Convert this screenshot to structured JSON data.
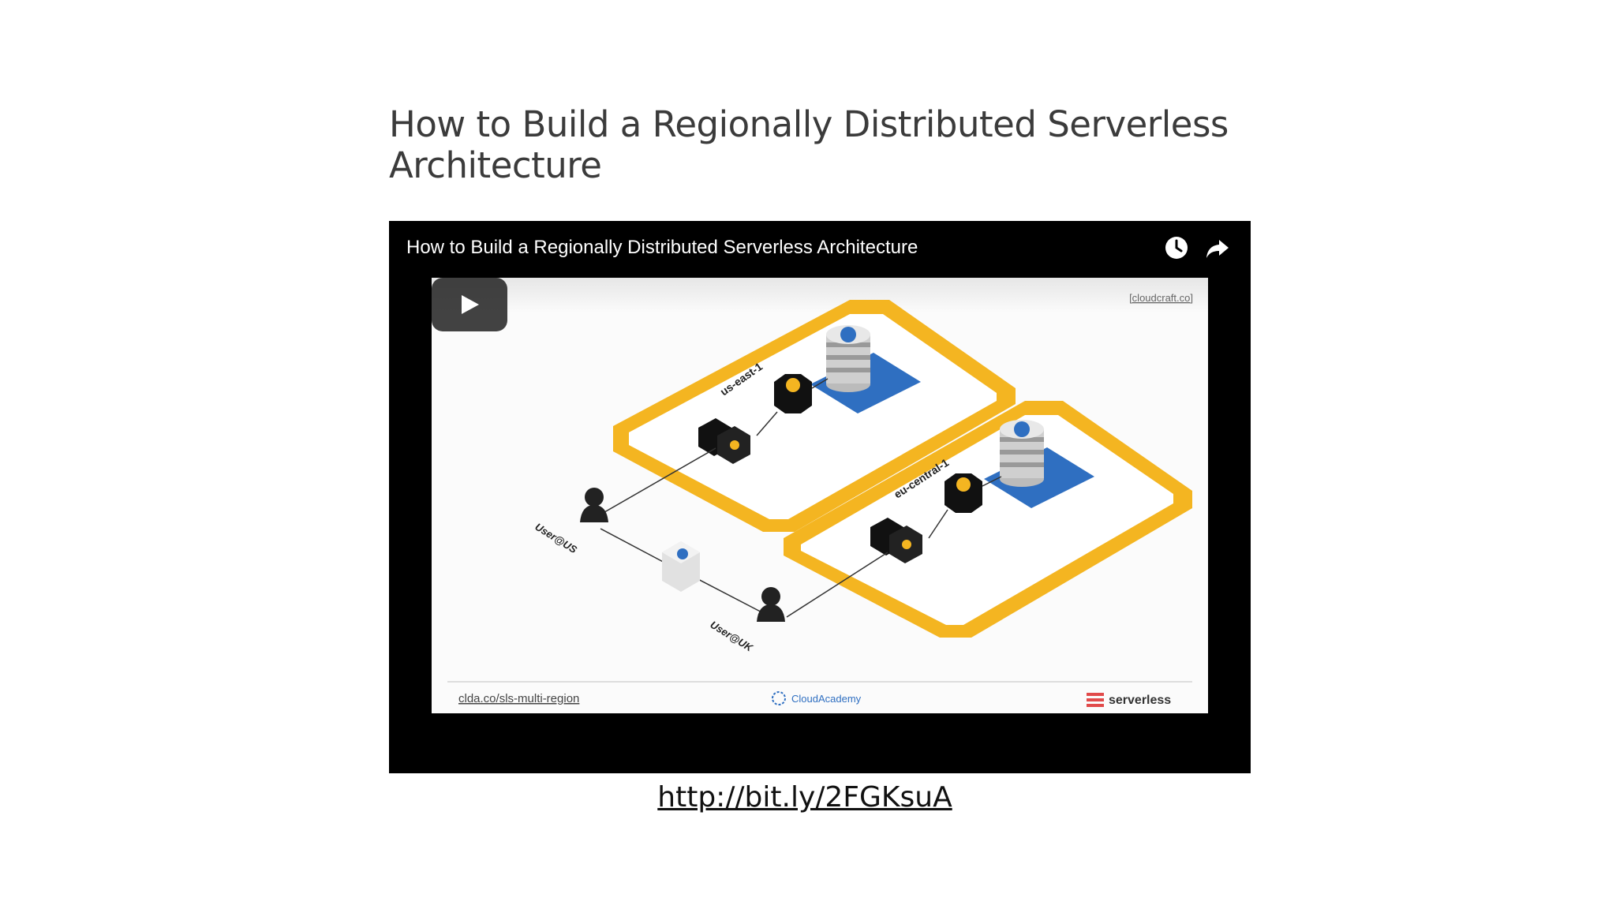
{
  "page": {
    "title": "How to Build a Regionally Distributed Serverless Architecture",
    "link_text": "http://bit.ly/2FGKsuA"
  },
  "player": {
    "video_title": "How to Build a Regionally Distributed Serverless Architecture",
    "icons": {
      "watch_later": "clock-icon",
      "share": "share-arrow-icon",
      "play": "play-icon"
    }
  },
  "thumbnail": {
    "watermark": "[cloudcraft.co]",
    "region_us": "us-east-1",
    "region_eu": "eu-central-1",
    "user_us": "User@US",
    "user_uk": "User@UK",
    "footer_left": "clda.co/sls-multi-region",
    "footer_center": "CloudAcademy",
    "footer_right": "serverless"
  },
  "colors": {
    "accent_yellow": "#f4b521",
    "dynamo_blue": "#2f6fc1",
    "player_bg": "#000000",
    "title_color": "#3b3b3b"
  }
}
